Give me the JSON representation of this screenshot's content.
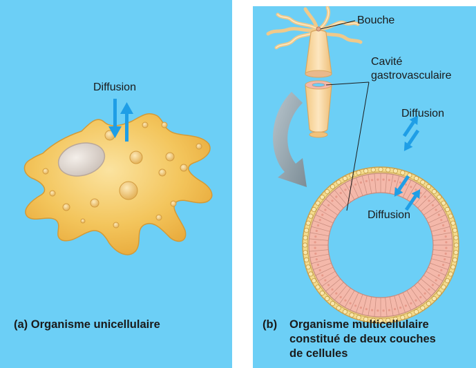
{
  "panel_a": {
    "diffusion_label": "Diffusion",
    "caption": "(a) Organisme unicellulaire"
  },
  "panel_b": {
    "mouth_label": "Bouche",
    "cavity_label_line1": "Cavité",
    "cavity_label_line2": "gastrovasculaire",
    "diffusion_outer_label": "Diffusion",
    "diffusion_inner_label": "Diffusion",
    "caption_prefix": "(b)",
    "caption_line1": "Organisme multicellulaire",
    "caption_line2": "constitué de deux couches",
    "caption_line3": "de cellules"
  },
  "colors": {
    "background": "#6ccff6",
    "diffusion_arrow": "#1f9ee6",
    "cell_fill": "#f2c25a",
    "tissue_outer": "#f4dc8e",
    "tissue_inner": "#f4b8aa",
    "curved_arrow": "#9aa0a6"
  }
}
